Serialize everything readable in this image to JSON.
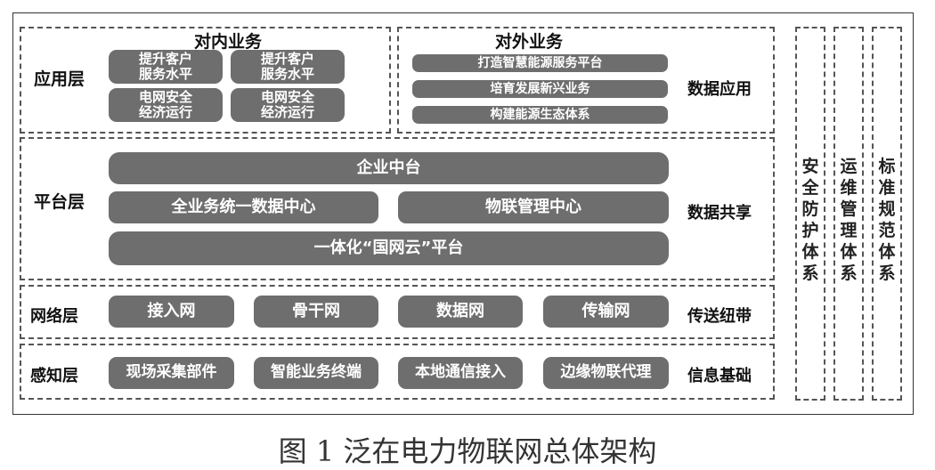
{
  "layers": {
    "application": {
      "label": "应用层",
      "internal": {
        "title": "对内业务",
        "items": [
          "提升客户服务水平",
          "提升客户服务水平",
          "电网安全经济运行",
          "电网安全经济运行"
        ]
      },
      "external": {
        "title": "对外业务",
        "items": [
          "打造智慧能源服务平台",
          "培育发展新兴业务",
          "构建能源生态体系"
        ]
      },
      "side_label": "数据应用"
    },
    "platform": {
      "label": "平台层",
      "top": "企业中台",
      "middle_left": "全业务统一数据中心",
      "middle_right": "物联管理中心",
      "bottom": "一体化“国网云”平台",
      "side_label": "数据共享"
    },
    "network": {
      "label": "网络层",
      "items": [
        "接入网",
        "骨干网",
        "数据网",
        "传输网"
      ],
      "side_label": "传送纽带"
    },
    "perception": {
      "label": "感知层",
      "items": [
        "现场采集部件",
        "智能业务终端",
        "本地通信接入",
        "边缘物联代理"
      ],
      "side_label": "信息基础"
    }
  },
  "side_systems": [
    "安全防护体系",
    "运维管理体系",
    "标准规范体系"
  ],
  "caption": "图 1  泛在电力物联网总体架构",
  "colors": {
    "pill_fill": "#6e6e6e",
    "pill_text": "#ffffff",
    "border": "#555555"
  }
}
